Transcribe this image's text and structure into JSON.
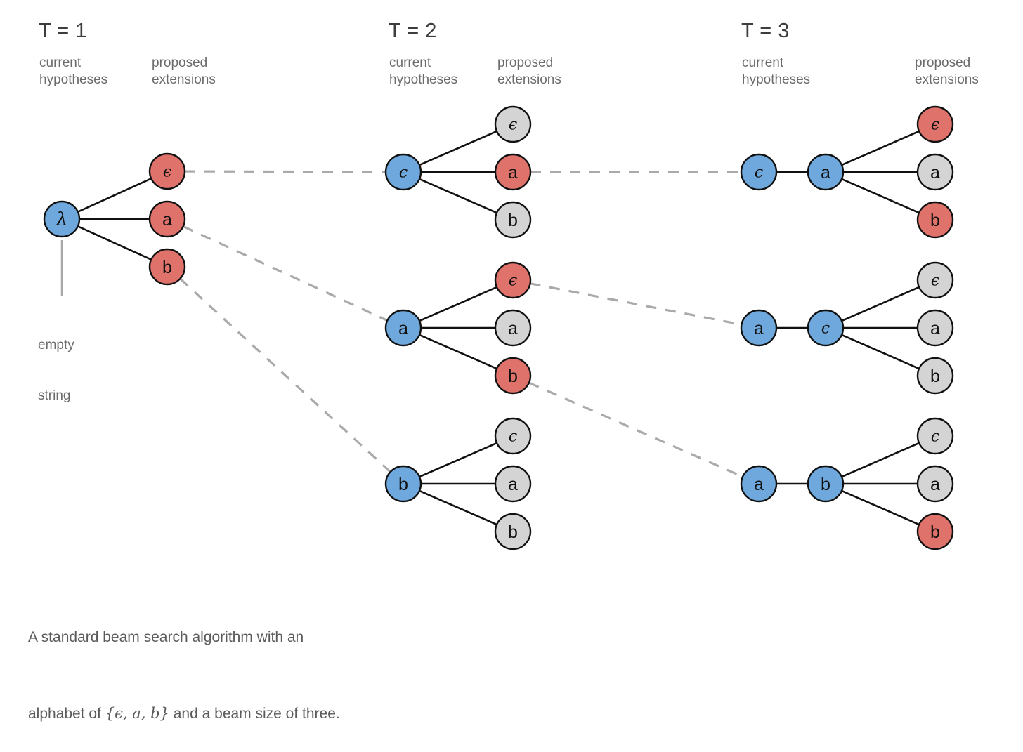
{
  "figure": {
    "title_prefix": "T = ",
    "caption_line1": "A standard beam search algorithm with an",
    "caption_line2_pre": "alphabet of ",
    "caption_line2_set": "{ϵ, a, b}",
    "caption_line2_post": " and a beam size of three.",
    "empty_string_note_line1": "empty",
    "empty_string_note_line2": "string",
    "alphabet": [
      "ϵ",
      "a",
      "b"
    ],
    "beam_size": 3
  },
  "colors": {
    "selected_blue": "#6fa8dc",
    "proposed_red": "#e0726c",
    "unselected_gray": "#d4d4d4",
    "node_stroke": "#111111",
    "edge_solid": "#111111",
    "edge_dashed": "#aaaaaa",
    "text_dark": "#3d3d3d",
    "text_muted": "#6b6b6b",
    "background": "#ffffff"
  },
  "stages": [
    {
      "id": "stage-1",
      "title": "T = 1",
      "step": 1,
      "header_current": "current\nhypotheses",
      "header_proposed": "proposed\nextensions",
      "groups": [
        {
          "id": "t1-g1",
          "hypothesis_chain": [
            {
              "label": "λ",
              "state": "selected",
              "color": "#6fa8dc"
            }
          ],
          "extensions": [
            {
              "label": "ϵ",
              "state": "proposed",
              "color": "#e0726c"
            },
            {
              "label": "a",
              "state": "proposed",
              "color": "#e0726c"
            },
            {
              "label": "b",
              "state": "proposed",
              "color": "#e0726c"
            }
          ]
        }
      ]
    },
    {
      "id": "stage-2",
      "title": "T = 2",
      "step": 2,
      "header_current": "current\nhypotheses",
      "header_proposed": "proposed\nextensions",
      "groups": [
        {
          "id": "t2-g1",
          "hypothesis_chain": [
            {
              "label": "ϵ",
              "state": "selected",
              "color": "#6fa8dc"
            }
          ],
          "extensions": [
            {
              "label": "ϵ",
              "state": "unselected",
              "color": "#d4d4d4"
            },
            {
              "label": "a",
              "state": "proposed",
              "color": "#e0726c"
            },
            {
              "label": "b",
              "state": "unselected",
              "color": "#d4d4d4"
            }
          ]
        },
        {
          "id": "t2-g2",
          "hypothesis_chain": [
            {
              "label": "a",
              "state": "selected",
              "color": "#6fa8dc"
            }
          ],
          "extensions": [
            {
              "label": "ϵ",
              "state": "proposed",
              "color": "#e0726c"
            },
            {
              "label": "a",
              "state": "unselected",
              "color": "#d4d4d4"
            },
            {
              "label": "b",
              "state": "proposed",
              "color": "#e0726c"
            }
          ]
        },
        {
          "id": "t2-g3",
          "hypothesis_chain": [
            {
              "label": "b",
              "state": "selected",
              "color": "#6fa8dc"
            }
          ],
          "extensions": [
            {
              "label": "ϵ",
              "state": "unselected",
              "color": "#d4d4d4"
            },
            {
              "label": "a",
              "state": "unselected",
              "color": "#d4d4d4"
            },
            {
              "label": "b",
              "state": "unselected",
              "color": "#d4d4d4"
            }
          ]
        }
      ]
    },
    {
      "id": "stage-3",
      "title": "T = 3",
      "step": 3,
      "header_current": "current\nhypotheses",
      "header_proposed": "proposed\nextensions",
      "groups": [
        {
          "id": "t3-g1",
          "hypothesis_chain": [
            {
              "label": "ϵ",
              "state": "selected",
              "color": "#6fa8dc"
            },
            {
              "label": "a",
              "state": "selected",
              "color": "#6fa8dc"
            }
          ],
          "extensions": [
            {
              "label": "ϵ",
              "state": "proposed",
              "color": "#e0726c"
            },
            {
              "label": "a",
              "state": "unselected",
              "color": "#d4d4d4"
            },
            {
              "label": "b",
              "state": "proposed",
              "color": "#e0726c"
            }
          ]
        },
        {
          "id": "t3-g2",
          "hypothesis_chain": [
            {
              "label": "a",
              "state": "selected",
              "color": "#6fa8dc"
            },
            {
              "label": "ϵ",
              "state": "selected",
              "color": "#6fa8dc"
            }
          ],
          "extensions": [
            {
              "label": "ϵ",
              "state": "unselected",
              "color": "#d4d4d4"
            },
            {
              "label": "a",
              "state": "unselected",
              "color": "#d4d4d4"
            },
            {
              "label": "b",
              "state": "unselected",
              "color": "#d4d4d4"
            }
          ]
        },
        {
          "id": "t3-g3",
          "hypothesis_chain": [
            {
              "label": "a",
              "state": "selected",
              "color": "#6fa8dc"
            },
            {
              "label": "b",
              "state": "selected",
              "color": "#6fa8dc"
            }
          ],
          "extensions": [
            {
              "label": "ϵ",
              "state": "unselected",
              "color": "#d4d4d4"
            },
            {
              "label": "a",
              "state": "unselected",
              "color": "#d4d4d4"
            },
            {
              "label": "b",
              "state": "proposed",
              "color": "#e0726c"
            }
          ]
        }
      ]
    }
  ],
  "carry_links": [
    {
      "id": "carry-1",
      "from": "t1 ϵ",
      "to": "t2 ϵ"
    },
    {
      "id": "carry-2",
      "from": "t1 a",
      "to": "t2 a"
    },
    {
      "id": "carry-3",
      "from": "t1 b",
      "to": "t2 b"
    },
    {
      "id": "carry-4",
      "from": "t2 ϵa",
      "to": "t3 ϵa"
    },
    {
      "id": "carry-5",
      "from": "t2 aϵ",
      "to": "t3 aϵ"
    },
    {
      "id": "carry-6",
      "from": "t2 ab",
      "to": "t3 ab"
    }
  ]
}
